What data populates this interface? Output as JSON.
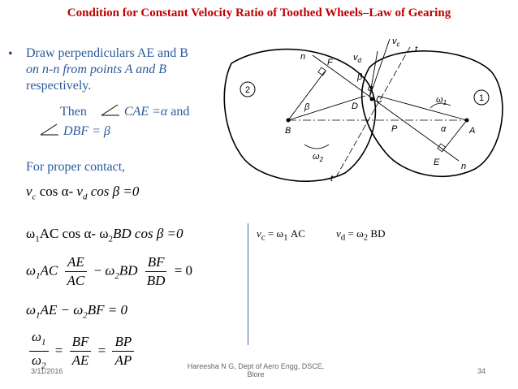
{
  "title": "Condition for Constant Velocity Ratio of Toothed Wheels–Law of Gearing",
  "bullet": {
    "line1": "Draw perpendiculars AE and B",
    "line2": "on n-n from points A and B",
    "line3": "respectively."
  },
  "then_text": "Then",
  "cae": "CAE =α",
  "and_text": "and",
  "dbf": "DBF = β",
  "proper_contact": "For proper contact,",
  "eq1": {
    "a": "v",
    "a_sub": "c",
    "b": " cos α- ",
    "c": "v",
    "c_sub": "d",
    "d": " cos β =0"
  },
  "eq2": {
    "w1": "ω",
    "w1_sub": "1",
    "mid": "AC cos α- ",
    "w2": "ω",
    "w2_sub": "2",
    "end": "BD cos β =0"
  },
  "side1": {
    "lhs": "v",
    "lhs_sub": "c",
    "rhs": " = ω",
    "rhs_sub": "1",
    "rhs_end": " AC"
  },
  "side2": {
    "lhs": "v",
    "lhs_sub": "d",
    "rhs": " = ω",
    "rhs_sub": "2",
    "rhs_end": " BD"
  },
  "eq3": {
    "t1": "ω",
    "t1_sub": "1",
    "t1b": "AC",
    "n1": "AE",
    "d1": "AC",
    "minus": " − ",
    "t2": "ω",
    "t2_sub": "2",
    "t2b": "BD",
    "n2": "BF",
    "d2": "BD",
    "end": " = 0"
  },
  "eq4": {
    "t1": "ω",
    "t1_sub": "1",
    "t1b": "AE − ",
    "t2": "ω",
    "t2_sub": "2",
    "t2b": "BF = 0"
  },
  "eq5": {
    "n0": "ω",
    "n0_sub": "1",
    "d0": "ω",
    "d0_sub": "2",
    "n1": "BF",
    "d1": "AE",
    "n2": "BP",
    "d2": "AP",
    "eq": "="
  },
  "diagram": {
    "labels": {
      "n_top": "n",
      "F": "F",
      "vd": "v",
      "vd_sub": "d",
      "vc": "v",
      "vc_sub": "c",
      "t_top": "t",
      "two": "2",
      "one": "1",
      "beta1": "β",
      "beta2": "β",
      "alpha1": "α",
      "alpha2": "α",
      "D": "D",
      "C": "C",
      "P": "P",
      "B": "B",
      "A": "A",
      "E": "E",
      "w1": "ω",
      "w1_sub": "1",
      "w2": "ω",
      "w2_sub": "2",
      "t_bot": "t",
      "n_bot": "n"
    }
  },
  "footer": {
    "date": "3/11/2016",
    "author_line1": "Hareesha N G, Dept of Aero Engg, DSCE,",
    "author_line2": "Blore",
    "page": "34"
  }
}
